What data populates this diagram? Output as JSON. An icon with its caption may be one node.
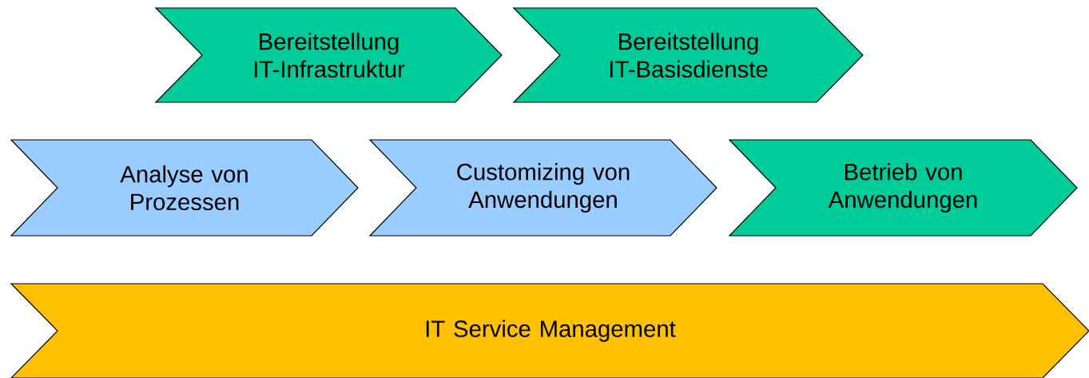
{
  "diagram": {
    "nodes": [
      {
        "text": [
          "Bereitstellung IT-Infrastruktur"
        ]
      },
      {
        "text": [
          "Bereitstellung IT-Basisdienste"
        ]
      },
      {
        "text": [
          "Analyse von Prozessen"
        ]
      },
      {
        "text": [
          "Customizing von Anwendungen"
        ]
      },
      {
        "text": [
          "Betrieb von Anwendungen"
        ]
      },
      {
        "text": [
          "IT Service Management"
        ]
      }
    ]
  }
}
